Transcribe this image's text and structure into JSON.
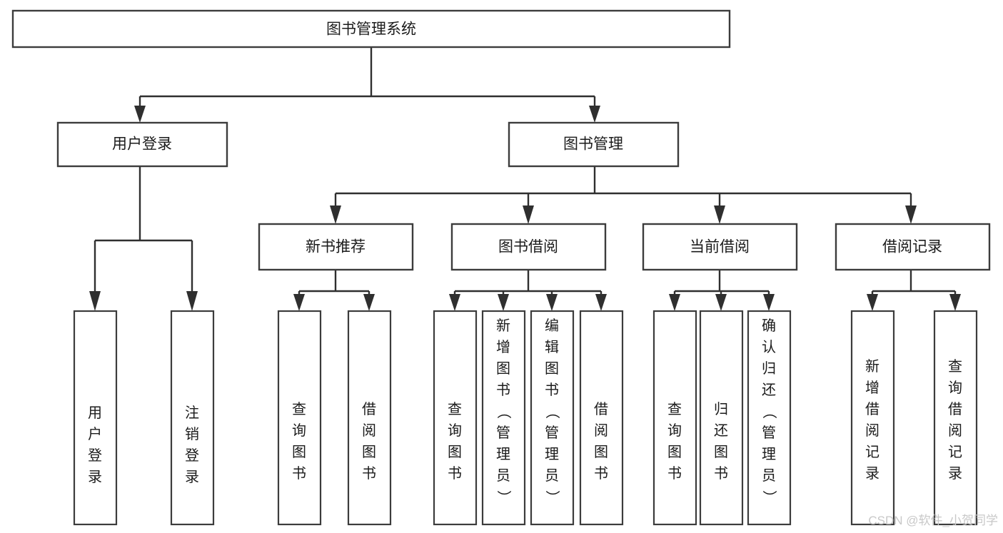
{
  "diagram": {
    "type": "tree-hierarchy",
    "title": "图书管理系统",
    "orientation": "top-down",
    "background_color": "#ffffff",
    "box_stroke_color": "#3c3c3c",
    "edge_color": "#2f2f2f",
    "text_color": "#1b1b1b"
  },
  "root": {
    "id": "root",
    "label": "图书管理系统",
    "text_direction": "horizontal"
  },
  "level1": [
    {
      "id": "user-login",
      "label": "用户登录",
      "text_direction": "horizontal"
    },
    {
      "id": "book-manage",
      "label": "图书管理",
      "text_direction": "horizontal"
    }
  ],
  "level2": [
    {
      "id": "new-book-recommend",
      "label": "新书推荐",
      "parent": "book-manage",
      "text_direction": "horizontal"
    },
    {
      "id": "book-borrow",
      "label": "图书借阅",
      "parent": "book-manage",
      "text_direction": "horizontal"
    },
    {
      "id": "current-borrow",
      "label": "当前借阅",
      "parent": "book-manage",
      "text_direction": "horizontal"
    },
    {
      "id": "borrow-record",
      "label": "借阅记录",
      "parent": "book-manage",
      "text_direction": "horizontal"
    }
  ],
  "leaves": [
    {
      "id": "leaf-user-login",
      "label": "用户登录",
      "parent": "user-login",
      "text_direction": "vertical"
    },
    {
      "id": "leaf-user-logout",
      "label": "注销登录",
      "parent": "user-login",
      "text_direction": "vertical"
    },
    {
      "id": "leaf-query-book-1",
      "label": "查询图书",
      "parent": "new-book-recommend",
      "text_direction": "vertical"
    },
    {
      "id": "leaf-borrow-book-1",
      "label": "借阅图书",
      "parent": "new-book-recommend",
      "text_direction": "vertical"
    },
    {
      "id": "leaf-query-book-2",
      "label": "查询图书",
      "parent": "book-borrow",
      "text_direction": "vertical"
    },
    {
      "id": "leaf-add-book",
      "label": "新增图书（管理员）",
      "parent": "book-borrow",
      "text_direction": "vertical"
    },
    {
      "id": "leaf-edit-book",
      "label": "编辑图书（管理员）",
      "parent": "book-borrow",
      "text_direction": "vertical"
    },
    {
      "id": "leaf-borrow-book-2",
      "label": "借阅图书",
      "parent": "book-borrow",
      "text_direction": "vertical"
    },
    {
      "id": "leaf-query-book-3",
      "label": "查询图书",
      "parent": "current-borrow",
      "text_direction": "vertical"
    },
    {
      "id": "leaf-return-book",
      "label": "归还图书",
      "parent": "current-borrow",
      "text_direction": "vertical"
    },
    {
      "id": "leaf-confirm-return",
      "label": "确认归还（管理员）",
      "parent": "current-borrow",
      "text_direction": "vertical"
    },
    {
      "id": "leaf-add-record",
      "label": "新增借阅记录",
      "parent": "borrow-record",
      "text_direction": "vertical"
    },
    {
      "id": "leaf-query-record",
      "label": "查询借阅记录",
      "parent": "borrow-record",
      "text_direction": "vertical"
    }
  ],
  "watermark": {
    "text": "CSDN @软件_小贺同学",
    "color": "#c8c8c8"
  }
}
